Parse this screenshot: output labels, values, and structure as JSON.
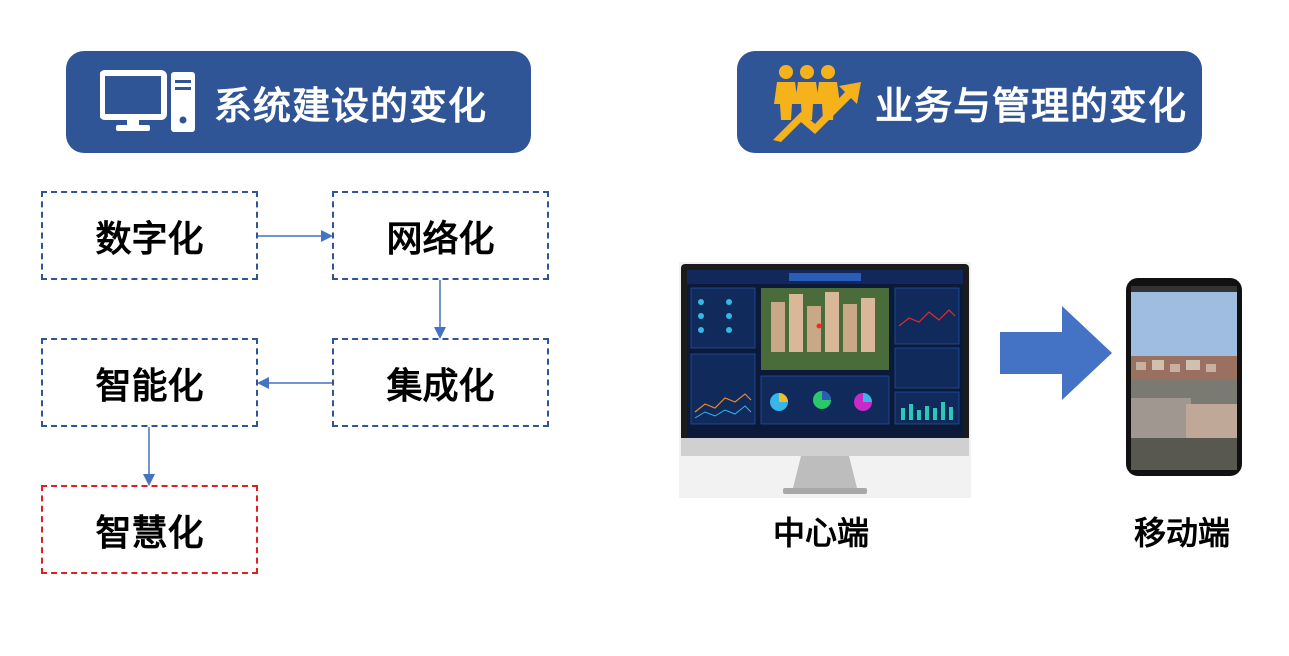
{
  "left_panel": {
    "header_title": "系统建设的变化",
    "header_icon": "computer-icon",
    "steps": [
      {
        "id": "digitization",
        "label": "数字化"
      },
      {
        "id": "networking",
        "label": "网络化"
      },
      {
        "id": "integration",
        "label": "集成化"
      },
      {
        "id": "intelligent",
        "label": "智能化"
      },
      {
        "id": "smart",
        "label": "智慧化"
      }
    ]
  },
  "right_panel": {
    "header_title": "业务与管理的变化",
    "header_icon": "people-growth-icon",
    "center_label": "中心端",
    "mobile_label": "移动端"
  },
  "colors": {
    "header_bg": "#2f5597",
    "box_border": "#2f5597",
    "highlight_border": "#e02020",
    "arrow": "#4472c4"
  }
}
